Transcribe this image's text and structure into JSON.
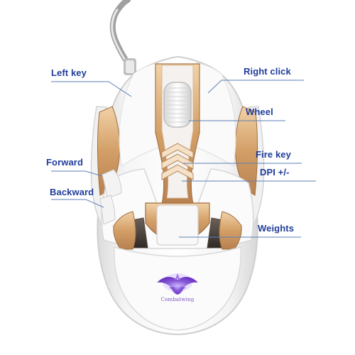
{
  "callouts": {
    "left_key": "Left key",
    "right_click": "Right click",
    "wheel": "Wheel",
    "forward": "Forward",
    "fire_key": "Fire key",
    "dpi": "DPI  +/-",
    "backward": "Backward",
    "weights": "Weights"
  },
  "brand": {
    "logo_text": "Combatwing"
  },
  "colors": {
    "label": "#1f3c9a",
    "leader": "#5d7fb8",
    "shell": "#f7f7f7",
    "accent_gold": "#d8a672",
    "logo_glow": "#8a5ad8"
  }
}
